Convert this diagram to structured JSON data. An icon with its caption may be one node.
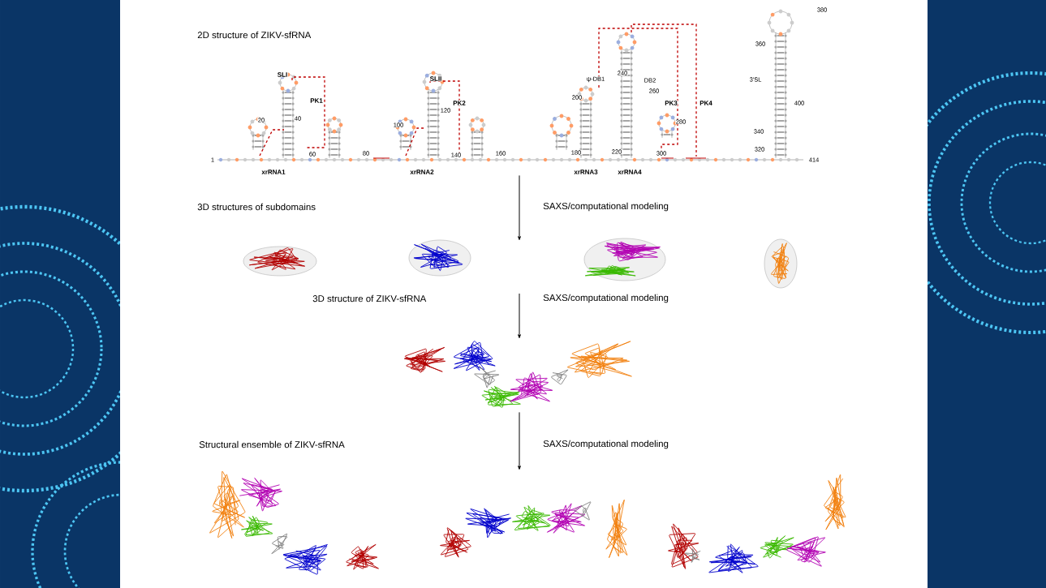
{
  "diagram": {
    "nodes": [
      {
        "text": [
          "2D structure of ZIKV-sfRNA"
        ]
      },
      {
        "text": [],
        "shape": "picture"
      },
      {
        "text": [],
        "shape": "picture"
      },
      {
        "text": [],
        "shape": "picture"
      },
      {
        "text": [],
        "shape": "picture"
      },
      {
        "text": [
          "3D structure of ZIKV-sfRNA"
        ]
      },
      {
        "text": [],
        "shape": "picture"
      },
      {
        "text": [],
        "shape": "picture"
      },
      {
        "text": [],
        "shape": "picture"
      }
    ],
    "edges": [
      {
        "from": 0,
        "to": null,
        "arrow": "to",
        "label": "SAXS/computational modeling"
      },
      {
        "from": null,
        "to": 5,
        "arrow": "to",
        "label": "SAXS/computational modeling"
      },
      {
        "from": 5,
        "to": 7,
        "arrow": "to",
        "label": "SAXS/computational modeling"
      }
    ],
    "labels": [
      "380",
      "360",
      "SLI",
      "SLII",
      "240",
      "ψ-DB1",
      "DB2",
      "3'SL",
      "260",
      "200",
      "PK1",
      "PK2",
      "PK3",
      "PK4",
      "400",
      "120",
      "20",
      "40",
      "280",
      "100",
      "340",
      "60",
      "80",
      "140",
      "160",
      "180",
      "220",
      "300",
      "320",
      "1",
      "414",
      "xrRNA1",
      "xrRNA2",
      "xrRNA3",
      "xrRNA4",
      "3D structures of subdomains",
      "Structural ensemble of ZIKV-sfRNA"
    ]
  }
}
